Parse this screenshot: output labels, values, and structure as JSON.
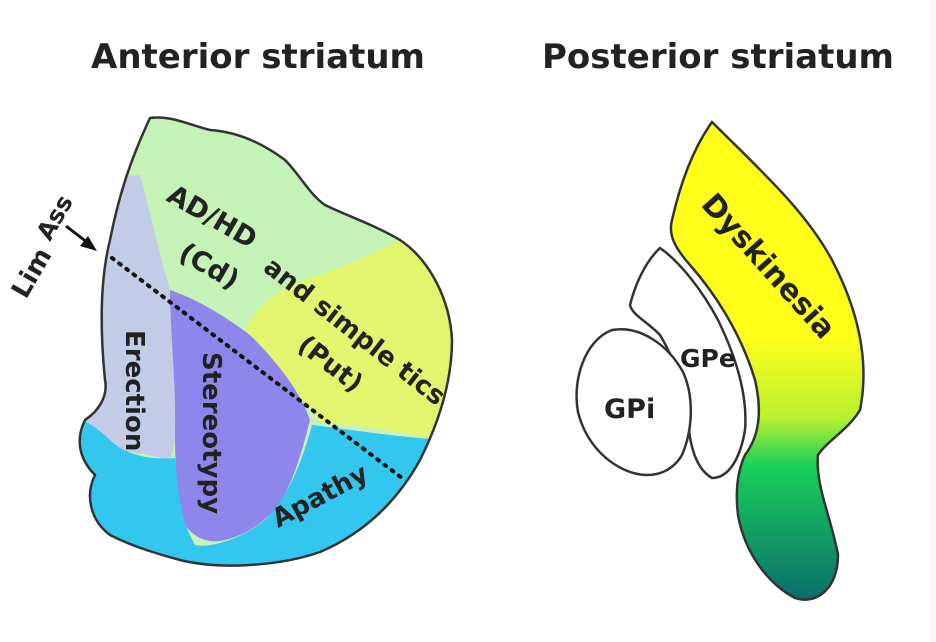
{
  "titles": {
    "anterior": "Anterior striatum",
    "posterior": "Posterior striatum"
  },
  "anterior_labels": {
    "lim": "Lim",
    "ass": "Ass",
    "ad_hd": "AD/HD",
    "cd": "(Cd)",
    "and_simple_tics": "and simple tics",
    "put": "(Put)",
    "erection": "Erection",
    "stereotypy": "Stereotypy",
    "apathy": "Apathy"
  },
  "posterior_labels": {
    "dyskinesia": "Dyskinesia",
    "gpe": "GPe",
    "gpi": "GPi"
  },
  "colors": {
    "ad_hd_region": "#c5f2b7",
    "tics_region": "#e3f56f",
    "erection_region": "#c3cce6",
    "stereotypy_region": "#8f86ec",
    "apathy_region": "#33c6ee",
    "dyskinesia_region": "#ffff1a",
    "dyskinesia_gradient_mid": "#19d05a",
    "dyskinesia_gradient_end": "#0b6e6a"
  }
}
